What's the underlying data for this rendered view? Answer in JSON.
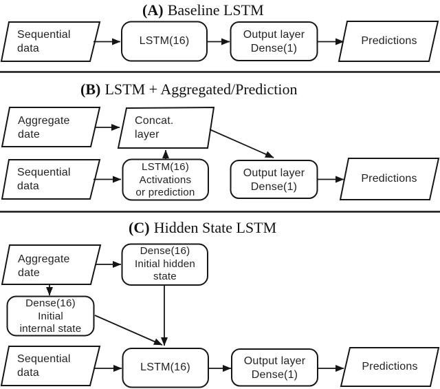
{
  "figure": {
    "background": "#ffffff",
    "stroke_color": "#151515",
    "text_color": "#222222"
  },
  "panels": {
    "a": {
      "label": "(A)",
      "title": "Baseline LSTM",
      "nodes": {
        "sequential_data": "Sequential\ndata",
        "lstm": "LSTM(16)",
        "output_layer": "Output layer\nDense(1)",
        "predictions": "Predictions"
      }
    },
    "b": {
      "label": "(B)",
      "title": "LSTM + Aggregated/Prediction",
      "nodes": {
        "aggregate_date": "Aggregate\ndate",
        "concat_layer": "Concat.\nlayer",
        "sequential_data": "Sequential\ndata",
        "lstm_activations": "LSTM(16)\nActivations\nor prediction",
        "output_layer": "Output layer\nDense(1)",
        "predictions": "Predictions"
      }
    },
    "c": {
      "label": "(C)",
      "title": "Hidden State LSTM",
      "nodes": {
        "aggregate_date": "Aggregate\ndate",
        "dense_hidden": "Dense(16)\nInitial hidden\nstate",
        "dense_internal": "Dense(16)\nInitial\ninternal state",
        "sequential_data": "Sequential\ndata",
        "lstm": "LSTM(16)",
        "output_layer": "Output layer\nDense(1)",
        "predictions": "Predictions"
      }
    }
  }
}
